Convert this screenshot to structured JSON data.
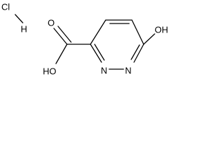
{
  "molecule": {
    "labels": {
      "chlorine": "Cl",
      "hydrogen": "H",
      "hydroxyl_ring": "OH",
      "hydroxyl_acid": "HO",
      "carbonyl_oxygen": "O",
      "ring_nitrogen_1": "N",
      "ring_nitrogen_2": "N"
    }
  }
}
